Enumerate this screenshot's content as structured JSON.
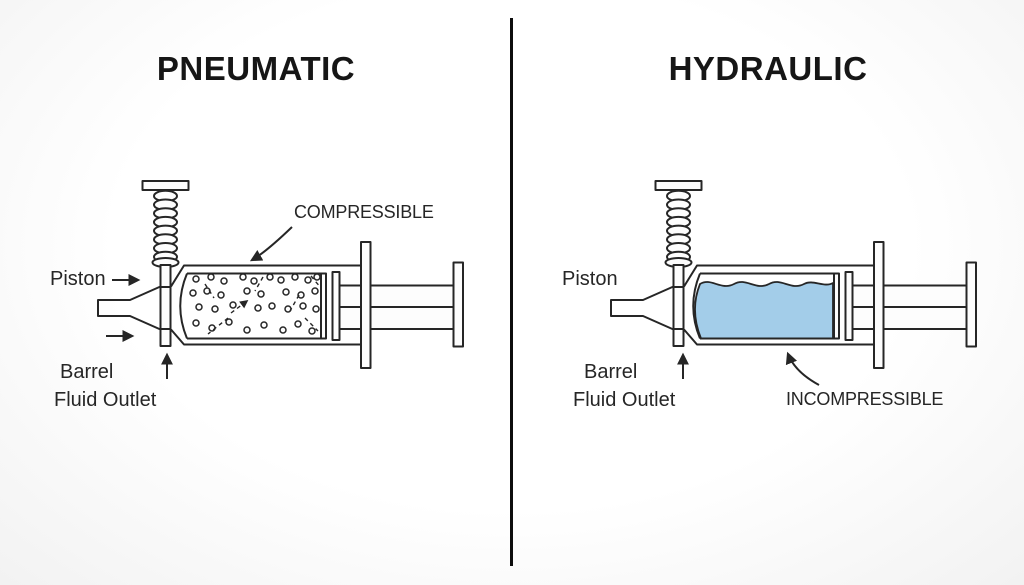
{
  "colors": {
    "ink": "#262626",
    "liquid": "#a3cde9",
    "divider": "#0d0d0d",
    "background": "#fbfbfb"
  },
  "panels": {
    "pneumatic": {
      "title": "PNEUMATIC",
      "piston_label": "Piston",
      "property_label": "COMPRESSIBLE",
      "barrel_label": "Barrel",
      "fluid_outlet_label": "Fluid Outlet"
    },
    "hydraulic": {
      "title": "HYDRAULIC",
      "piston_label": "Piston",
      "property_label": "INCOMPRESSIBLE",
      "barrel_label": "Barrel",
      "fluid_outlet_label": "Fluid Outlet"
    }
  }
}
